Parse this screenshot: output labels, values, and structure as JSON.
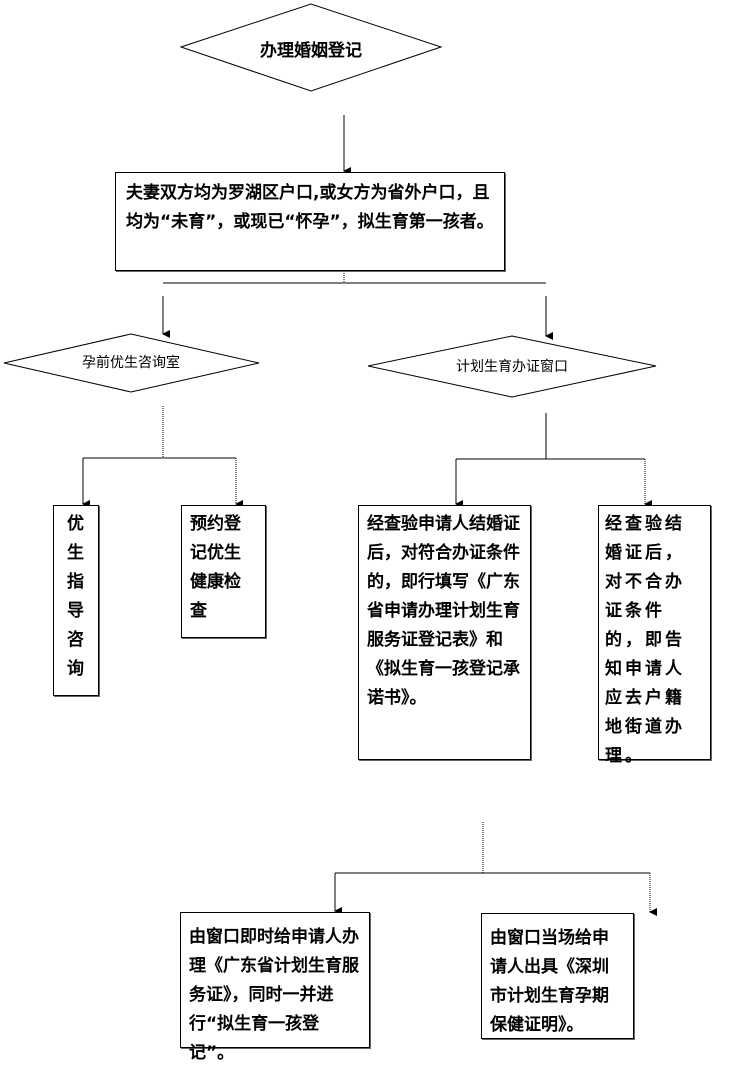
{
  "title_node": {
    "label": "办理婚姻登记"
  },
  "condition_box": {
    "text": "夫妻双方均为罗湖区户口,或女方为省外户口，且均为“未育”，或现已“怀孕”，拟生育第一孩者。"
  },
  "branches": {
    "left": {
      "label": "孕前优生咨询室",
      "children": [
        {
          "text": "优生指导咨询"
        },
        {
          "text": "预约登记优生健康检查"
        }
      ]
    },
    "right": {
      "label": "计划生育办证窗口",
      "children": [
        {
          "text": "经查验申请人结婚证后，对符合办证条件的，即行填写《广东省申请办理计划生育服务证登记表》和《拟生育一孩登记承诺书》。"
        },
        {
          "text": "经查验结婚证后，对不合办证条件的，即告知申请人应去户籍地街道办理。"
        }
      ]
    }
  },
  "outcomes": [
    {
      "text": "由窗口即时给申请人办理《广东省计划生育服务证》，同时一并进行“拟生育一孩登记”。"
    },
    {
      "text": "由窗口当场给申请人出具《深圳市计划生育孕期保健证明》。"
    }
  ]
}
